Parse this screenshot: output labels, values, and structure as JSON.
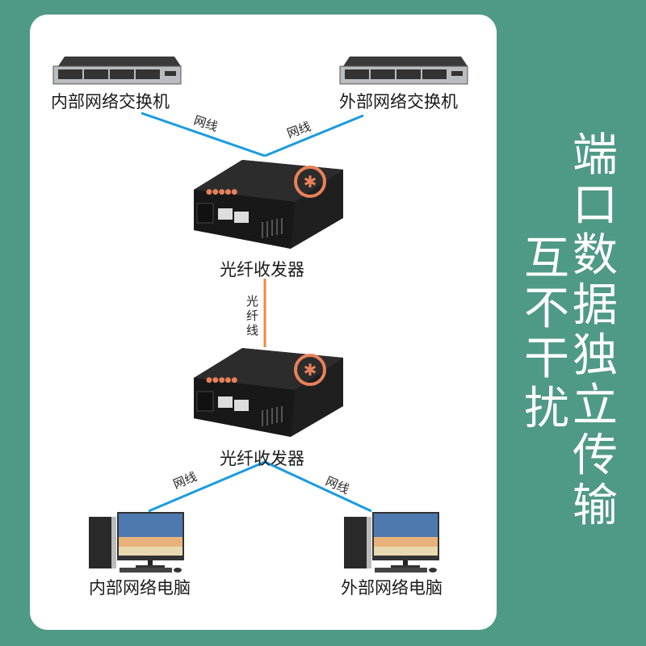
{
  "devices": {
    "switch_internal": {
      "label": "内部网络交换机"
    },
    "switch_external": {
      "label": "外部网络交换机"
    },
    "converter_top": {
      "label": "光纤收发器"
    },
    "converter_bottom": {
      "label": "光纤收发器"
    },
    "pc_internal": {
      "label": "内部网络电脑"
    },
    "pc_external": {
      "label": "外部网络电脑"
    }
  },
  "links": {
    "cable_label_1": "网线",
    "cable_label_2": "网线",
    "cable_label_3": "网线",
    "cable_label_4": "网线",
    "fiber_label": "光纤线"
  },
  "headline": {
    "column1": "端口数据独立传输",
    "column2": "互不干扰"
  },
  "colors": {
    "background": "#4f9987",
    "card": "#ffffff",
    "ethernet_line": "#1a9be0",
    "fiber_line": "#f08a3c",
    "device_body": "#2b2b2b",
    "accent": "#e8815a"
  }
}
